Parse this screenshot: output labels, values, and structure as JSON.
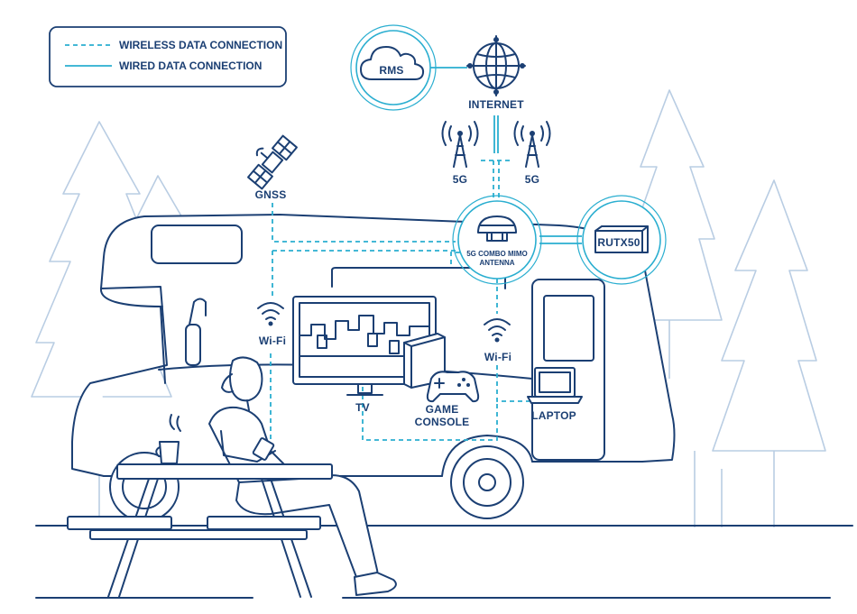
{
  "legend": {
    "wireless": "WIRELESS DATA CONNECTION",
    "wired": "WIRED DATA CONNECTION"
  },
  "nodes": {
    "rms": "RMS",
    "internet": "INTERNET",
    "tower_left": "5G",
    "tower_right": "5G",
    "gnss": "GNSS",
    "antenna_line1": "5G COMBO MIMO",
    "antenna_line2": "ANTENNA",
    "router": "RUTX50",
    "wifi_left": "Wi-Fi",
    "wifi_right": "Wi-Fi",
    "tv": "TV",
    "console_line1": "GAME",
    "console_line2": "CONSOLE",
    "laptop": "LAPTOP"
  },
  "colors": {
    "outline": "#1b3f73",
    "connection": "#2aaed0",
    "trees": "#b9cde3"
  }
}
